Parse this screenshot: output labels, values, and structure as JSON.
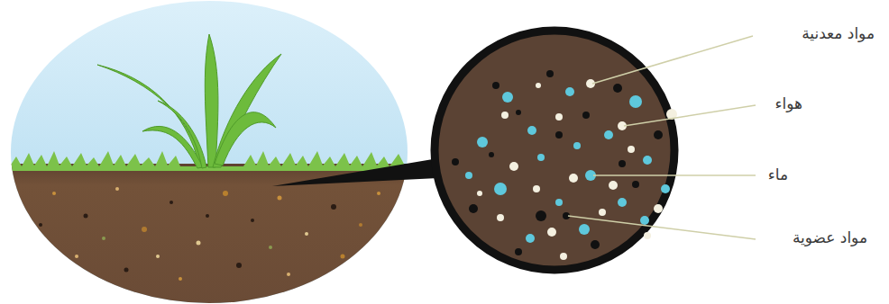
{
  "diagram": {
    "labels": [
      "مواد معدنية",
      "هواء",
      "ماء",
      "مواد عضوية"
    ]
  }
}
